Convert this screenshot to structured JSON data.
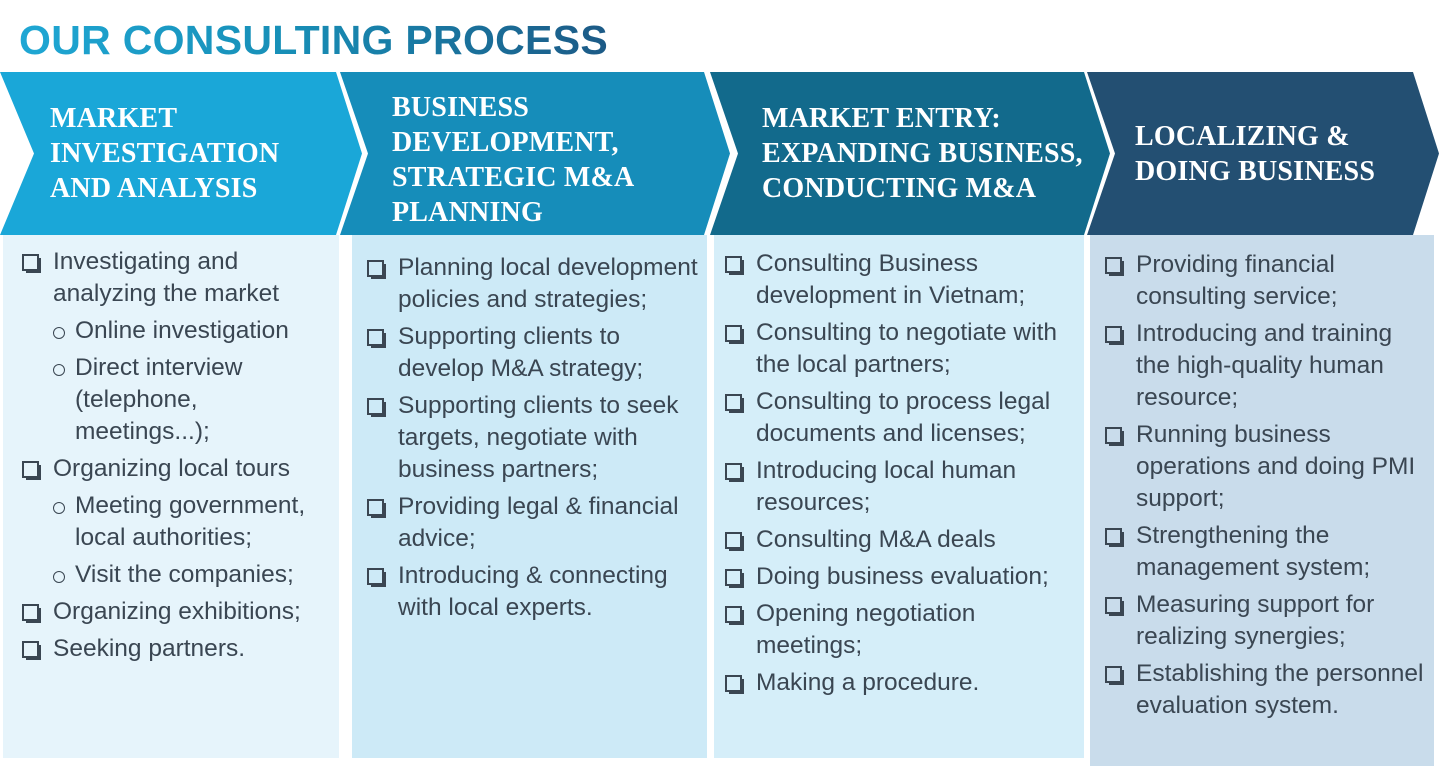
{
  "title": "OUR CONSULTING PROCESS",
  "colors": {
    "stage1": "#1aa7d8",
    "stage2": "#168dba",
    "stage3": "#126a8c",
    "stage4": "#234f72",
    "panel1": "#e6f4fb",
    "panel2": "#cdeaf7",
    "panel3": "#d5eef9",
    "panel4": "#c9dceb",
    "text": "#3a4652"
  },
  "stages": [
    {
      "heading": "MARKET\nINVESTIGATION\nAND ANALYSIS",
      "items": [
        {
          "text": "Investigating and analyzing the market",
          "sub": [
            "Online investigation",
            "Direct interview (telephone, meetings...);"
          ]
        },
        {
          "text": "Organizing local tours",
          "sub": [
            "Meeting government, local authorities;",
            "Visit the companies;"
          ]
        },
        {
          "text": "Organizing exhibitions;",
          "sub": []
        },
        {
          "text": "Seeking partners.",
          "sub": []
        }
      ]
    },
    {
      "heading": "BUSINESS\nDEVELOPMENT,\nSTRATEGIC M&A\nPLANNING",
      "items": [
        {
          "text": "Planning local development policies and strategies;",
          "sub": []
        },
        {
          "text": "Supporting clients to develop M&A strategy;",
          "sub": []
        },
        {
          "text": "Supporting clients to seek targets, negotiate with business partners;",
          "sub": []
        },
        {
          "text": "Providing legal & financial advice;",
          "sub": []
        },
        {
          "text": "Introducing & connecting with local experts.",
          "sub": []
        }
      ]
    },
    {
      "heading": "MARKET ENTRY:\nEXPANDING BUSINESS,\nCONDUCTING M&A",
      "items": [
        {
          "text": "Consulting Business development in Vietnam;",
          "sub": []
        },
        {
          "text": "Consulting to negotiate with the local partners;",
          "sub": []
        },
        {
          "text": "Consulting to process legal documents and licenses;",
          "sub": []
        },
        {
          "text": "Introducing local human resources;",
          "sub": []
        },
        {
          "text": "Consulting M&A deals",
          "sub": []
        },
        {
          "text": "Doing business evaluation;",
          "sub": []
        },
        {
          "text": "Opening negotiation meetings;",
          "sub": []
        },
        {
          "text": "Making a procedure.",
          "sub": []
        }
      ]
    },
    {
      "heading": "LOCALIZING &\nDOING BUSINESS",
      "items": [
        {
          "text": "Providing financial consulting service;",
          "sub": []
        },
        {
          "text": "Introducing and training the high-quality human resource;",
          "sub": []
        },
        {
          "text": "Running business operations and doing PMI support;",
          "sub": []
        },
        {
          "text": "Strengthening the management system;",
          "sub": []
        },
        {
          "text": "Measuring support for realizing synergies;",
          "sub": []
        },
        {
          "text": "Establishing the personnel evaluation system.",
          "sub": []
        }
      ]
    }
  ]
}
